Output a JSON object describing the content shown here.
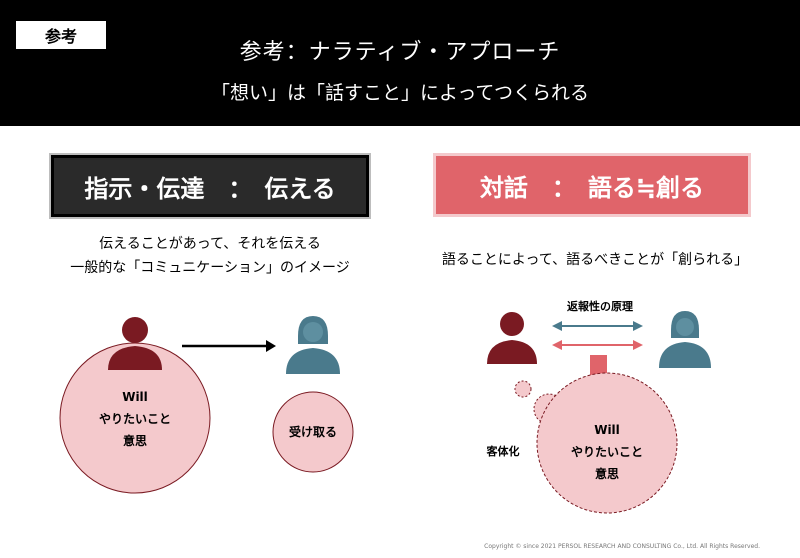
{
  "header": {
    "tag": "参考",
    "title": "参考：ナラティブ・アプローチ",
    "subtitle": "「想い」は「話すこと」によってつくられる"
  },
  "left": {
    "box_label": "指示・伝達　：　伝える",
    "desc_line1": "伝えることがあって、それを伝える",
    "desc_line2": "一般的な「コミュニケーション」のイメージ",
    "sender_circle": [
      "Will",
      "やりたいこと",
      "意思"
    ],
    "receiver_circle": "受け取る"
  },
  "right": {
    "box_label": "対話　：　語る≒創る",
    "desc": "語ることによって、語るべきことが「創られる」",
    "reciprocity_label": "返報性の原理",
    "objectify_label": "客体化",
    "circle": [
      "Will",
      "やりたいこと",
      "意思"
    ]
  },
  "footer": "Copyright © since 2021 PERSOL RESEARCH AND CONSULTING Co., Ltd. All Rights Reserved.",
  "colors": {
    "dark_red": "#7a1a22",
    "teal": "#4a7a8c",
    "pink_fill": "#f4c9cc",
    "accent_red": "#e0646a",
    "dark_box": "#2a2a2a"
  }
}
